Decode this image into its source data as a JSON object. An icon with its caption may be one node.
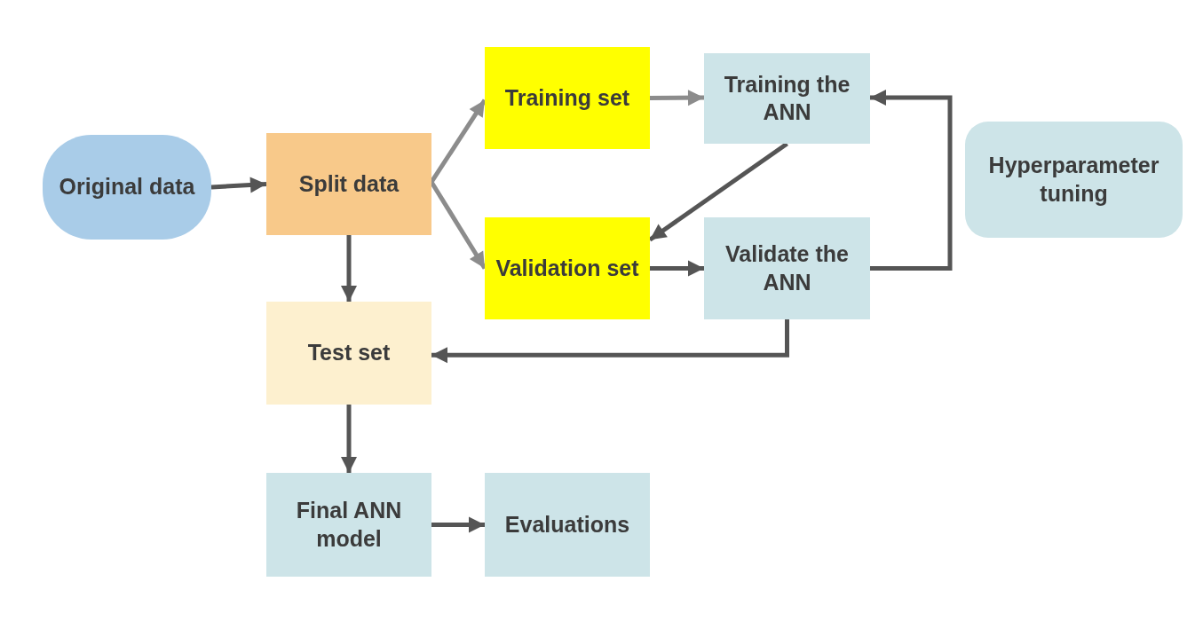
{
  "diagram": {
    "nodes": [
      {
        "text": [
          "Original data"
        ]
      },
      {
        "text": [
          "Split data"
        ]
      },
      {
        "text": [
          "Training set"
        ]
      },
      {
        "text": [
          "Training the ANN"
        ]
      },
      {
        "text": [
          "Hyperparameter tuning"
        ]
      },
      {
        "text": [
          "Validation set"
        ]
      },
      {
        "text": [
          "Validate the ANN"
        ]
      },
      {
        "text": [
          "Test set"
        ]
      },
      {
        "text": [
          "Final ANN model"
        ]
      },
      {
        "text": [
          "Evaluations"
        ]
      }
    ],
    "edges": [
      {
        "from": 0,
        "to": 1,
        "arrow": "to"
      },
      {
        "from": 1,
        "to": 2,
        "arrow": "to",
        "color": "#8c8c8c"
      },
      {
        "from": 1,
        "to": 5,
        "arrow": "to",
        "color": "#8c8c8c"
      },
      {
        "from": 2,
        "to": 3,
        "arrow": "to",
        "color": "#8c8c8c"
      },
      {
        "from": 3,
        "to": 5,
        "arrow": "to"
      },
      {
        "from": 5,
        "to": 6,
        "arrow": "to"
      },
      {
        "from": 6,
        "to": 3,
        "arrow": "to"
      },
      {
        "from": 1,
        "to": 7,
        "arrow": "to"
      },
      {
        "from": 6,
        "to": 7,
        "arrow": "to"
      },
      {
        "from": 7,
        "to": 8,
        "arrow": "to"
      },
      {
        "from": 8,
        "to": 9,
        "arrow": "to"
      }
    ]
  }
}
